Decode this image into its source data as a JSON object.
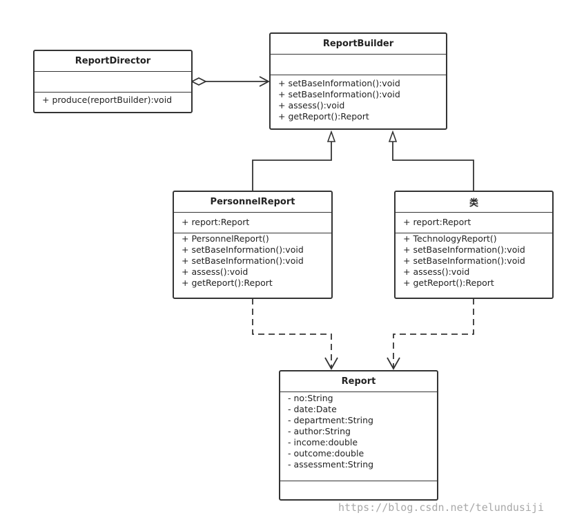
{
  "classes": {
    "report_director": {
      "name": "ReportDirector",
      "attributes": [],
      "operations": [
        "+ produce(reportBuilder):void"
      ]
    },
    "report_builder": {
      "name": "ReportBuilder",
      "attributes": [],
      "operations": [
        "+ setBaseInformation():void",
        "+ setBaseInformation():void",
        "+ assess():void",
        "+ getReport():Report"
      ]
    },
    "personnel_report": {
      "name": "PersonnelReport",
      "attributes": [
        "+ report:Report"
      ],
      "operations": [
        "+ PersonnelReport()",
        "+ setBaseInformation():void",
        "+ setBaseInformation():void",
        "+ assess():void",
        "+ getReport():Report"
      ]
    },
    "technology_report": {
      "name": "类",
      "attributes": [
        "+ report:Report"
      ],
      "operations": [
        "+ TechnologyReport()",
        "+ setBaseInformation():void",
        "+ setBaseInformation():void",
        "+ assess():void",
        "+ getReport():Report"
      ]
    },
    "report": {
      "name": "Report",
      "attributes": [
        "- no:String",
        "- date:Date",
        "- department:String",
        "- author:String",
        "- income:double",
        "- outcome:double",
        "- assessment:String"
      ],
      "operations": []
    }
  },
  "relationships": [
    {
      "type": "aggregation",
      "from": "ReportDirector",
      "to": "ReportBuilder"
    },
    {
      "type": "generalization",
      "from": "PersonnelReport",
      "to": "ReportBuilder"
    },
    {
      "type": "generalization",
      "from": "类",
      "to": "ReportBuilder"
    },
    {
      "type": "dependency",
      "from": "PersonnelReport",
      "to": "Report"
    },
    {
      "type": "dependency",
      "from": "类",
      "to": "Report"
    }
  ],
  "watermark": "https://blog.csdn.net/telundusiji",
  "colors": {
    "line": "#333333",
    "background": "#ffffff",
    "watermark": "#a8a8a8"
  }
}
